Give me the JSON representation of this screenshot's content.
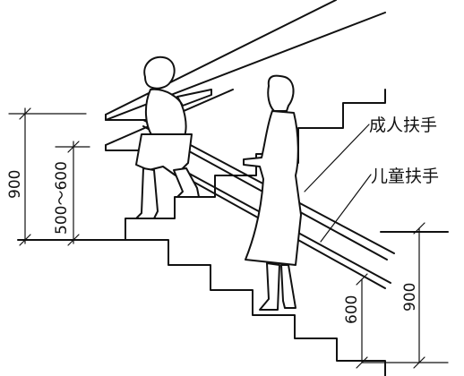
{
  "labels": {
    "adult_handrail": "成人扶手",
    "child_handrail": "儿童扶手"
  },
  "dimensions": {
    "left_adult_height": "900",
    "left_child_height": "500～600",
    "right_adult_height": "900",
    "right_child_height": "600"
  }
}
